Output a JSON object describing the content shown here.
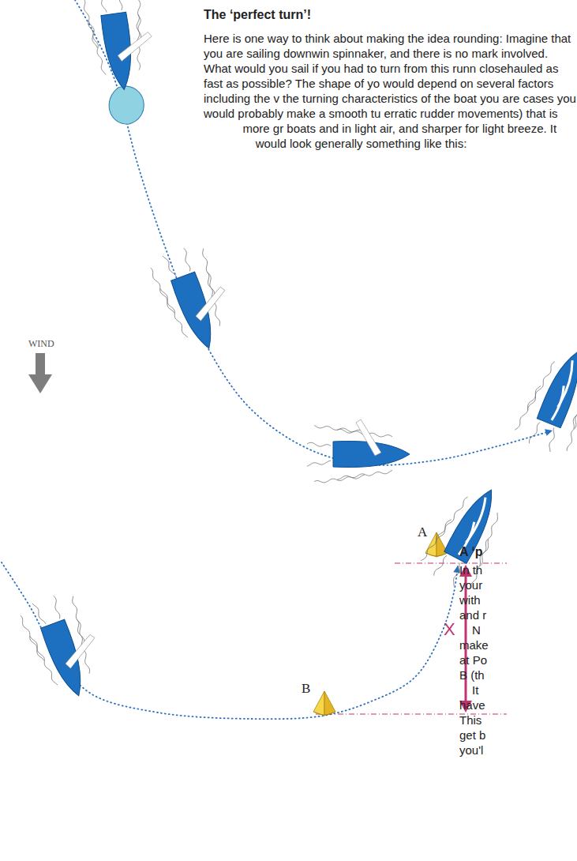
{
  "diagram": {
    "title": "The ‘perfect turn’!",
    "labels": [
      "Here is one way to think about making the idea rounding: Imagine that you are sailing downwin spinnaker, and there is no mark involved. What would you sail if you had to turn from this runn closehauled as fast as possible? The shape of yo would depend on several factors including the v the turning characteristics of the boat you are cases you would probably make a smooth tu erratic rudder movements) that is more gr boats and in light air, and sharper for light breeze. It would look generally something like this:",
      "WIND",
      "A",
      "B",
      "X",
      "A ‘p",
      "In th your with and r",
      "N make at Po B (th",
      "It have This get b you'l"
    ]
  }
}
